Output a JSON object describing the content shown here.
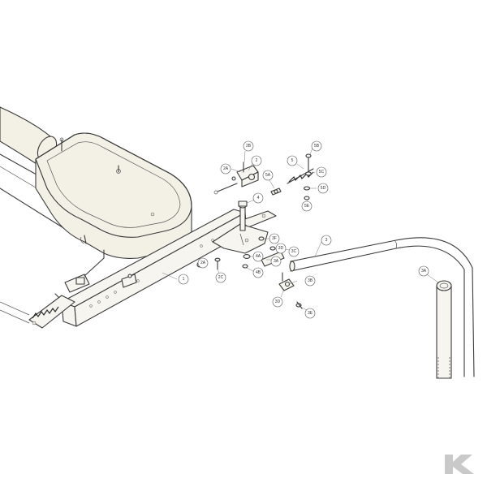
{
  "callouts": [
    {
      "id": "c-1",
      "text": "1"
    },
    {
      "id": "c-2",
      "text": "2"
    },
    {
      "id": "c-2a-top",
      "text": "2A"
    },
    {
      "id": "c-2b",
      "text": "2B"
    },
    {
      "id": "c-3",
      "text": "3"
    },
    {
      "id": "c-3a",
      "text": "3A"
    },
    {
      "id": "c-3b",
      "text": "3B"
    },
    {
      "id": "c-3c",
      "text": "3C"
    },
    {
      "id": "c-3d-upper",
      "text": "3D"
    },
    {
      "id": "c-3d-lower",
      "text": "3D"
    },
    {
      "id": "c-3e",
      "text": "3E"
    },
    {
      "id": "c-3f",
      "text": "3F"
    },
    {
      "id": "c-4",
      "text": "4"
    },
    {
      "id": "c-4a",
      "text": "4A"
    },
    {
      "id": "c-4b",
      "text": "4B"
    },
    {
      "id": "c-5",
      "text": "5"
    },
    {
      "id": "c-5a",
      "text": "5A"
    },
    {
      "id": "c-5b",
      "text": "5B"
    },
    {
      "id": "c-5c",
      "text": "5C"
    },
    {
      "id": "c-5d",
      "text": "5D"
    },
    {
      "id": "c-5e",
      "text": "5E"
    },
    {
      "id": "c-2a-low",
      "text": "2A"
    },
    {
      "id": "c-2c",
      "text": "2C"
    }
  ],
  "colors": {
    "line": "#3a3a3a",
    "part_fill": "#f6f5ef",
    "logo": "#c9c9c9"
  },
  "logo_icon": "k-logo-icon"
}
